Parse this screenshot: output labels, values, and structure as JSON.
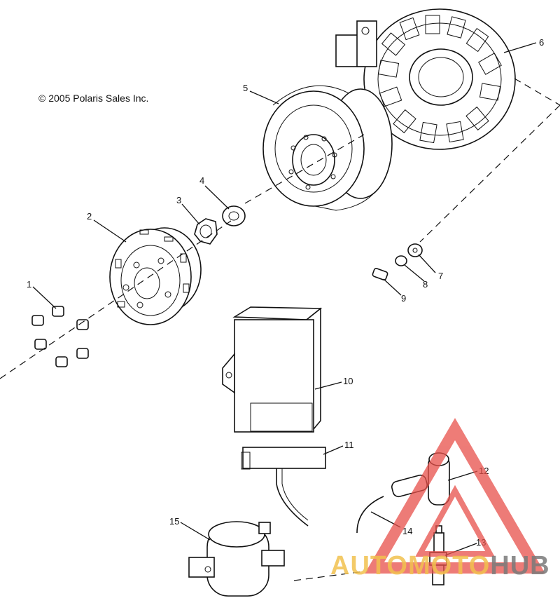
{
  "copyright": "© 2005 Polaris Sales Inc.",
  "labels": {
    "p1": "1",
    "p2": "2",
    "p3": "3",
    "p4": "4",
    "p5": "5",
    "p6": "6",
    "p7": "7",
    "p8": "8",
    "p9": "9",
    "p10": "10",
    "p11": "11",
    "p12": "12",
    "p13": "13",
    "p14": "14",
    "p15": "15"
  },
  "watermark": {
    "brand_a": "AUTOMOTO",
    "brand_b": "HUB",
    "color_a": "#f2c14e",
    "color_b": "#7a7a7a",
    "logo_color": "#e8504a"
  }
}
